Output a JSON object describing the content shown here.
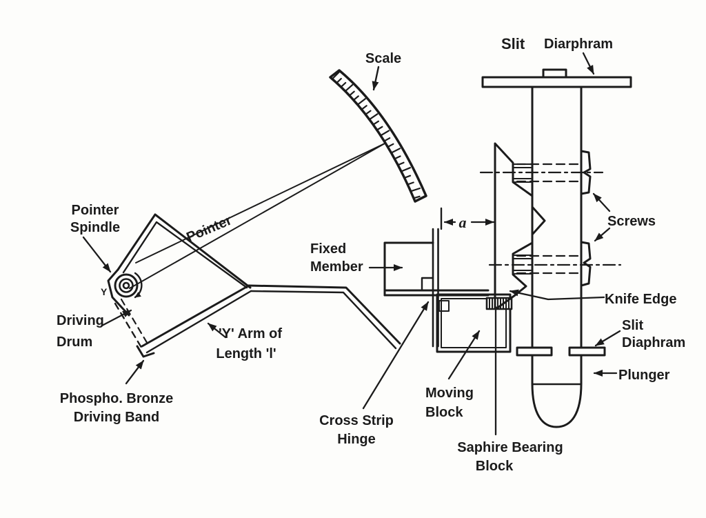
{
  "diagram": {
    "labels": {
      "scale": "Scale",
      "slit_diaphragm_top_bold": "Slit",
      "slit_diaphragm_top_rest": "Diarphram",
      "pointer_spindle_1": "Pointer",
      "pointer_spindle_2": "Spindle",
      "pointer": "Pointer",
      "fixed_member_1": "Fixed",
      "fixed_member_2": "Member",
      "dimension_a": "a",
      "screws": "Screws",
      "driving_drum_1": "Driving",
      "driving_drum_2": "Drum",
      "y_arm_1": "'Y' Arm of",
      "y_arm_2": "Length 'l'",
      "knife_edge": "Knife Edge",
      "slit_diaphragm_right_1": "Slit",
      "slit_diaphragm_right_2": "Diaphram",
      "plunger": "Plunger",
      "phosphor_band_1": "Phospho. Bronze",
      "phosphor_band_2": "Driving Band",
      "cross_strip_hinge_1": "Cross Strip",
      "cross_strip_hinge_2": "Hinge",
      "moving_block_1": "Moving",
      "moving_block_2": "Block",
      "sapphire_block_1": "Saphire Bearing",
      "sapphire_block_2": "Block",
      "y_marker": "Y"
    },
    "colors": {
      "ink": "#1b1b1b",
      "background": "#fdfdfb"
    },
    "scale_ticks": {
      "count": 23,
      "long_every": 3,
      "len_short": 9,
      "len_long": 14
    }
  }
}
